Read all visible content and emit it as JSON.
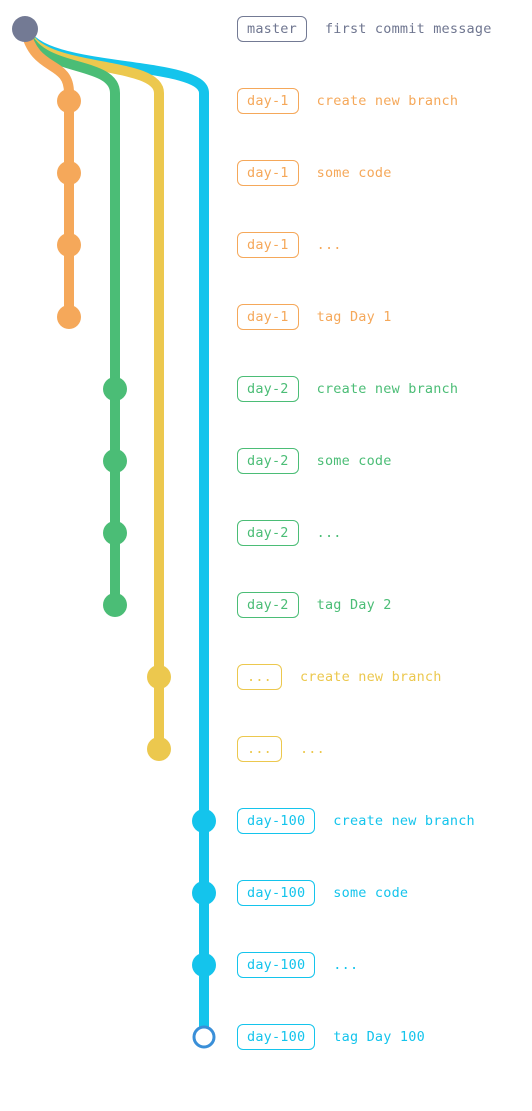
{
  "colors": {
    "master": "#737a94",
    "day1": "#f5a85a",
    "day2": "#4bbd76",
    "dots": "#ecc84e",
    "day100": "#14c4ec",
    "last_ring": "#3a8fd8"
  },
  "commits": [
    {
      "branch": "master",
      "message": "first commit message",
      "color_key": "master"
    },
    {
      "branch": "day-1",
      "message": "create new branch",
      "color_key": "day1"
    },
    {
      "branch": "day-1",
      "message": "some code",
      "color_key": "day1"
    },
    {
      "branch": "day-1",
      "message": "...",
      "color_key": "day1"
    },
    {
      "branch": "day-1",
      "message": "tag Day 1",
      "color_key": "day1"
    },
    {
      "branch": "day-2",
      "message": "create new branch",
      "color_key": "day2"
    },
    {
      "branch": "day-2",
      "message": "some code",
      "color_key": "day2"
    },
    {
      "branch": "day-2",
      "message": "...",
      "color_key": "day2"
    },
    {
      "branch": "day-2",
      "message": "tag Day 2",
      "color_key": "day2"
    },
    {
      "branch": "...",
      "message": "create new branch",
      "color_key": "dots"
    },
    {
      "branch": "...",
      "message": "...",
      "color_key": "dots"
    },
    {
      "branch": "day-100",
      "message": "create new branch",
      "color_key": "day100"
    },
    {
      "branch": "day-100",
      "message": "some code",
      "color_key": "day100"
    },
    {
      "branch": "day-100",
      "message": "...",
      "color_key": "day100"
    },
    {
      "branch": "day-100",
      "message": "tag Day 100",
      "color_key": "day100"
    }
  ]
}
